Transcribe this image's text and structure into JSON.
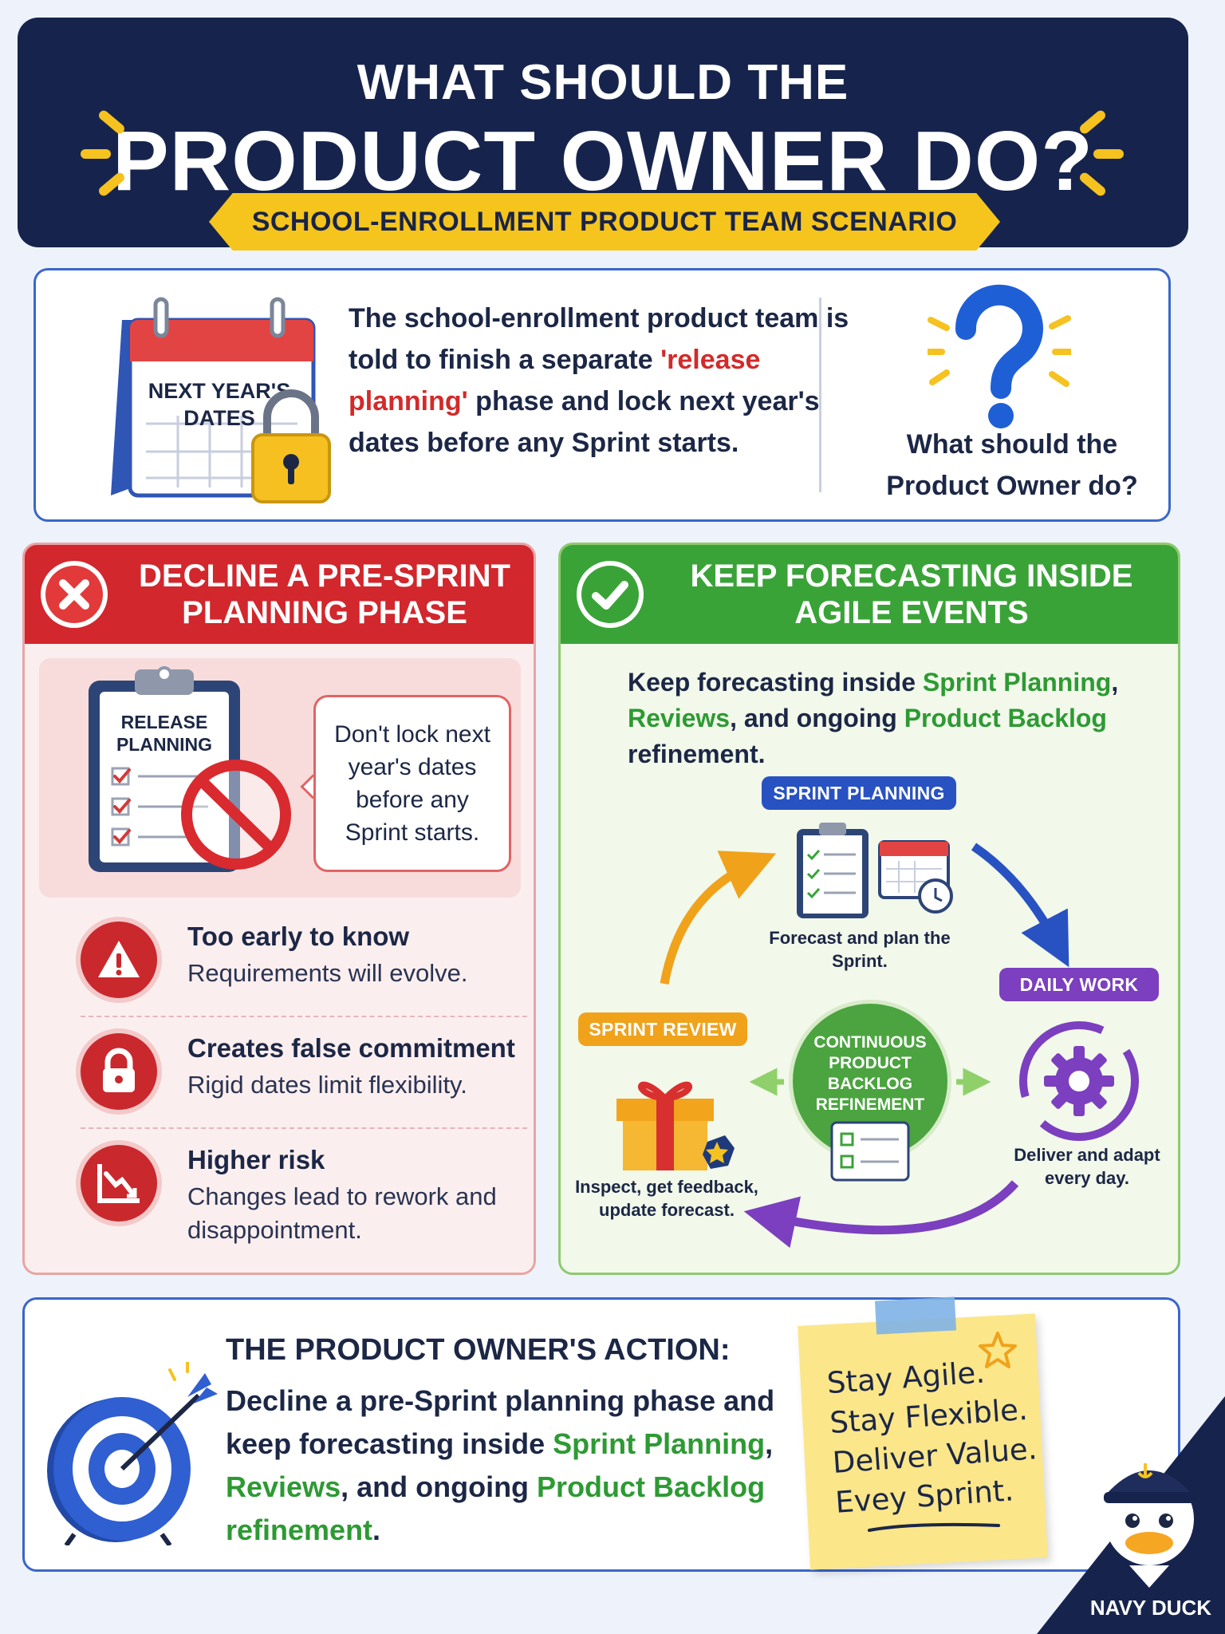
{
  "header": {
    "title_line1": "WHAT SHOULD THE",
    "title_line2": "PRODUCT OWNER DO?",
    "subtitle": "SCHOOL-ENROLLMENT PRODUCT TEAM SCENARIO"
  },
  "scenario": {
    "calendar_label_line1": "NEXT YEAR'S",
    "calendar_label_line2": "DATES",
    "text_before": "The school-enrollment product team is told to finish a separate ",
    "text_highlight": "'release planning'",
    "text_after": " phase and lock next year's dates before any Sprint starts.",
    "question": "What should the Product Owner do?"
  },
  "left_panel": {
    "title": "DECLINE A PRE-SPRINT PLANNING PHASE",
    "clipboard_label_line1": "RELEASE",
    "clipboard_label_line2": "PLANNING",
    "bubble": "Don't lock next year's dates before any Sprint starts.",
    "risks": [
      {
        "title": "Too early to know",
        "desc": "Requirements will evolve.",
        "icon": "warning-icon"
      },
      {
        "title": "Creates false commitment",
        "desc": "Rigid dates limit flexibility.",
        "icon": "lock-icon"
      },
      {
        "title": "Higher risk",
        "desc": "Changes lead to rework and disappointment.",
        "icon": "decline-chart-icon"
      }
    ]
  },
  "right_panel": {
    "title": "KEEP FORECASTING INSIDE AGILE EVENTS",
    "intro_1": "Keep forecasting inside ",
    "intro_sp": "Sprint Planning",
    "intro_2": ", ",
    "intro_rev": "Reviews",
    "intro_3": ", and ongoing ",
    "intro_pbl": "Product Backlog",
    "intro_4": " refinement.",
    "cycle": {
      "sprint_planning_label": "SPRINT PLANNING",
      "sprint_planning_caption": "Forecast and plan the Sprint.",
      "daily_work_label": "DAILY WORK",
      "daily_work_caption": "Deliver and adapt every day.",
      "sprint_review_label": "SPRINT REVIEW",
      "sprint_review_caption": "Inspect, get feedback, update forecast.",
      "refinement_label": "CONTINUOUS PRODUCT BACKLOG REFINEMENT"
    }
  },
  "bottom": {
    "action_title": "THE PRODUCT OWNER'S ACTION:",
    "action_1": "Decline a pre-Sprint planning phase and keep forecasting inside ",
    "action_sp": "Sprint Planning",
    "action_2": ", ",
    "action_rev": "Reviews",
    "action_3": ", and ongoing ",
    "action_pbl": "Product Backlog refinement",
    "action_4": ".",
    "sticky_lines": [
      "Stay Agile.",
      "Stay Flexible.",
      "Deliver Value.",
      "Evey Sprint."
    ]
  },
  "brand": {
    "label": "NAVY DUCK"
  },
  "colors": {
    "navy": "#16244d",
    "yellow": "#f5c51e",
    "red": "#d1272d",
    "green": "#3aa338",
    "blue": "#3a67c9",
    "purple": "#7b3fbf",
    "orange": "#f0a21a"
  }
}
